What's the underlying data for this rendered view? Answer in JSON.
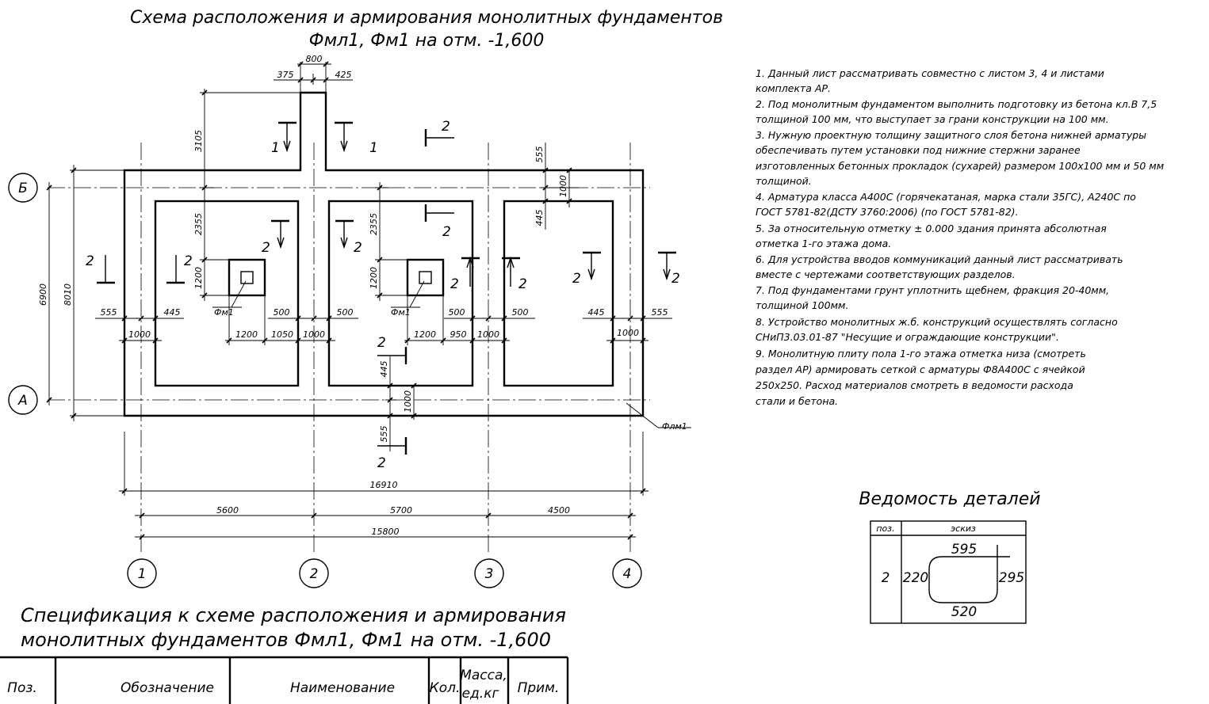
{
  "title": {
    "line1": "Схема расположения и армирования монолитных фундаментов",
    "line2": "Фмл1, Фм1 на отм. -1,600"
  },
  "axes": {
    "rows": [
      "Б",
      "А"
    ],
    "cols": [
      "1",
      "2",
      "3",
      "4"
    ]
  },
  "labels": {
    "fm1": "Фм1",
    "flm1": "Флм1",
    "sec1": "1",
    "sec2": "2"
  },
  "dims": {
    "d800": "800",
    "d375": "375",
    "d425": "425",
    "d3105": "3105",
    "d555": "555",
    "d1000": "1000",
    "d445": "445",
    "d2355": "2355",
    "d1200": "1200",
    "d6900": "6900",
    "d8010": "8010",
    "d500": "500",
    "d1050": "1050",
    "d950": "950",
    "d16910": "16910",
    "d5600": "5600",
    "d5700": "5700",
    "d4500": "4500",
    "d15800": "15800"
  },
  "notes": [
    "1. Данный лист рассматривать совместно с листом 3, 4  и листами",
    "комплекта АР.",
    "2. Под монолитным фундаментом выполнить подготовку из бетона кл.В 7,5",
    "толщиной 100 мм, что выступает за грани конструкции на 100 мм.",
    "3. Нужную проектную толщину защитного слоя бетона нижней арматуры",
    "обеспечивать путем установки под нижние стержни заранее",
    "изготовленных бетонных прокладок (сухарей) размером 100х100 мм и 50 мм",
    "толщиной.",
    "4. Арматура класса А400С (горячекатаная, марка стали 35ГС), А240С по",
    "ГОСТ 5781-82(ДСТУ 3760:2006) (по ГОСТ 5781-82).",
    "5. За относительную отметку ± 0.000 здания принята абсолютная",
    "отметка 1-го этажа дома.",
    "6. Для устройства вводов коммуникаций данный лист рассматривать",
    "вместе с чертежами соответствующих разделов.",
    "7. Под фундаментами грунт уплотнить щебнем, фракция 20-40мм,",
    "толщиной 100мм.",
    "8. Устройство монолитных ж.б. конструкций осуществлять согласно",
    "СНиП3.03.01-87 \"Несущие и ограждающие конструкции\".",
    "9. Монолитную плиту пола 1-го этажа отметка низа (смотреть",
    "раздел АР) армировать сеткой с арматуры Ф8А400С с ячейкой",
    "250х250. Расход материалов смотреть в ведомости расхода",
    "стали и бетона."
  ],
  "details": {
    "title": "Ведомость деталей",
    "col_pos": "поз.",
    "col_sketch": "эскиз",
    "pos": "2",
    "top": "595",
    "left": "220",
    "right": "295",
    "bottom": "520"
  },
  "spec": {
    "title1": "Спецификация к схеме расположения и армирования",
    "title2": "монолитных фундаментов Фмл1, Фм1 на отм. -1,600",
    "col_pos": "Поз.",
    "col_designation": "Обозначение",
    "col_name": "Наименование",
    "col_qty": "Кол.",
    "col_mass1": "Масса,",
    "col_mass2": "ед.кг",
    "col_note": "Прим."
  }
}
